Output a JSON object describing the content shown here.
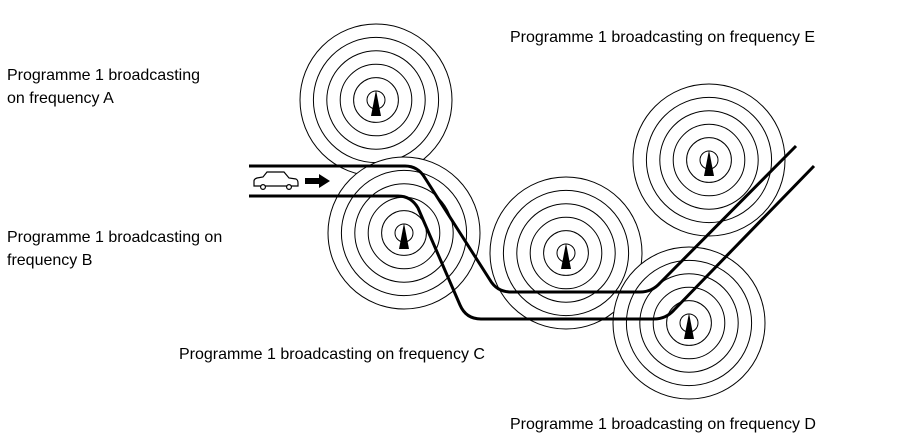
{
  "labels": {
    "a": [
      "Programme 1 broadcasting",
      "on frequency A"
    ],
    "b": [
      "Programme 1 broadcasting on",
      "frequency B"
    ],
    "c": "Programme 1 broadcasting on frequency C",
    "d": "Programme 1 broadcasting on frequency D",
    "e": "Programme 1 broadcasting on frequency E"
  },
  "transmitters": [
    {
      "id": "A",
      "rings": 6
    },
    {
      "id": "B",
      "rings": 6
    },
    {
      "id": "C",
      "rings": 6
    },
    {
      "id": "D",
      "rings": 6
    },
    {
      "id": "E",
      "rings": 6
    }
  ],
  "icons": {
    "vehicle": "car-icon",
    "direction": "arrow-right-icon",
    "antenna": "transmitter-icon"
  },
  "colors": {
    "ink": "#000000",
    "background": "#ffffff"
  }
}
